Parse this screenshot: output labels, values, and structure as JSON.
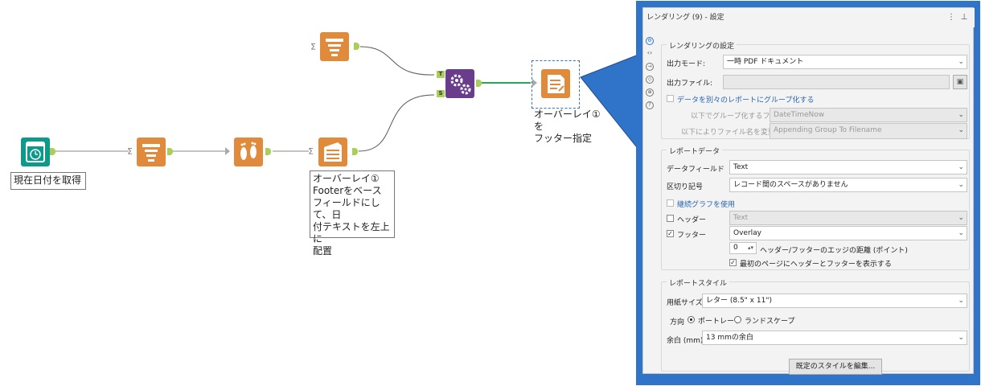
{
  "workflow": {
    "tools": {
      "date_label": "現在日付を取得",
      "overlay_label": "オーバーレイ①\nFooterをベース\nフィールドにして、日\n付テキストを左上に\n配置",
      "render_label": "オーバーレイ①を\nフッター指定"
    },
    "anchor_labels": {
      "top": "T",
      "bottom": "S"
    },
    "colors": {
      "orange": "#e08a3c",
      "teal": "#0e9a8b",
      "purple": "#6a3d8c",
      "anchor": "#a9cf5a",
      "selected_line": "#2fa060"
    }
  },
  "panel": {
    "title": "レンダリング (9) - 設定",
    "menu_icon": "⋮",
    "pin_icon": "⊥",
    "sidebar_icons": [
      "gear-icon",
      "code-icon",
      "circle-arrow-icon",
      "tag-icon",
      "globe-icon",
      "help-icon"
    ],
    "render_settings": {
      "section_title": "レンダリングの設定",
      "output_mode_label": "出力モード:",
      "output_mode_value": "一時 PDF ドキュメント",
      "output_file_label": "出力ファイル:",
      "output_file_value": "",
      "group_checkbox_label": "データを別々のレポートにグループ化する",
      "group_field_label": "以下でグループ化するフィールド:",
      "group_field_value": "DateTimeNow",
      "filename_change_label": "以下によりファイル名を変更:",
      "filename_change_value": "Appending Group To Filename"
    },
    "report_data": {
      "section_title": "レポートデータ",
      "data_field_label": "データフィールド",
      "data_field_value": "Text",
      "separator_label": "区切り記号",
      "separator_value": "レコード間のスペースがありません",
      "continuous_label": "継続グラフを使用",
      "header_label": "ヘッダー",
      "header_checked": false,
      "header_value": "Text",
      "footer_label": "フッター",
      "footer_checked": true,
      "footer_value": "Overlay",
      "edge_distance_value": "0",
      "edge_distance_label": "ヘッダー/フッターのエッジの距離 (ポイント)",
      "first_page_label": "最初のページにヘッダーとフッターを表示する",
      "first_page_checked": true
    },
    "report_style": {
      "section_title": "レポートスタイル",
      "paper_size_label": "用紙サイズ",
      "paper_size_value": "レター (8.5\" x 11\")",
      "orientation_label": "方向",
      "portrait_label": "ポートレート",
      "landscape_label": "ランドスケープ",
      "orientation_selected": "portrait",
      "margin_label": "余白 (mm)",
      "margin_value": "13 mmの余白",
      "edit_style_button": "既定のスタイルを編集..."
    }
  }
}
